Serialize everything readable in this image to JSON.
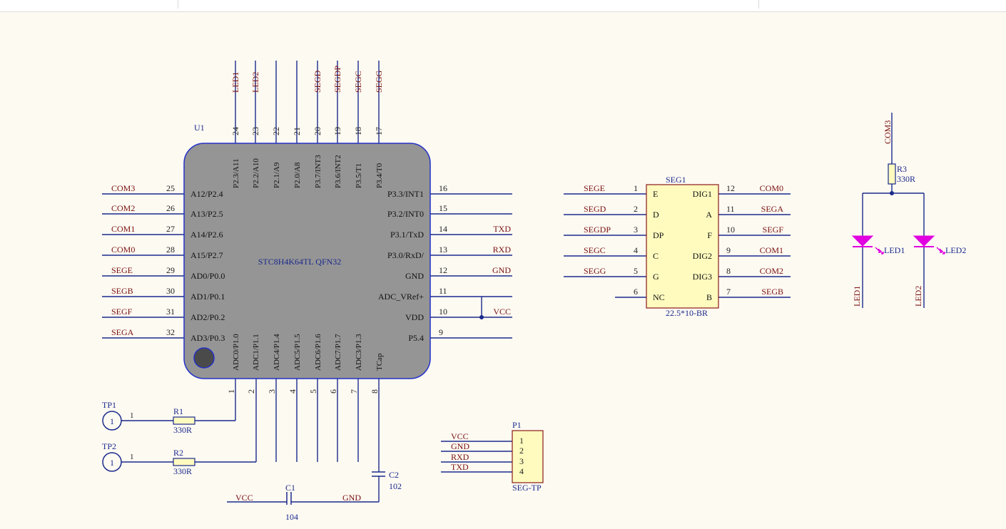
{
  "u1": {
    "designator": "U1",
    "part": "STC8H4K64TL QFN32",
    "top_pins": [
      {
        "num": "24",
        "name": "P2.3/A11",
        "net": "LED1"
      },
      {
        "num": "23",
        "name": "P2.2/A10",
        "net": "LED2"
      },
      {
        "num": "22",
        "name": "P2.1/A9",
        "net": ""
      },
      {
        "num": "21",
        "name": "P2.0/A8",
        "net": ""
      },
      {
        "num": "20",
        "name": "P3.7/INT3",
        "net": "SEGD"
      },
      {
        "num": "19",
        "name": "P3.6/INT2",
        "net": "SEGDP"
      },
      {
        "num": "18",
        "name": "P3.5/T1",
        "net": "SEGC"
      },
      {
        "num": "17",
        "name": "P3.4/T0",
        "net": "SEGG"
      }
    ],
    "left_pins": [
      {
        "num": "25",
        "name": "A12/P2.4",
        "net": "COM3"
      },
      {
        "num": "26",
        "name": "A13/P2.5",
        "net": "COM2"
      },
      {
        "num": "27",
        "name": "A14/P2.6",
        "net": "COM1"
      },
      {
        "num": "28",
        "name": "A15/P2.7",
        "net": "COM0"
      },
      {
        "num": "29",
        "name": "AD0/P0.0",
        "net": "SEGE"
      },
      {
        "num": "30",
        "name": "AD1/P0.1",
        "net": "SEGB"
      },
      {
        "num": "31",
        "name": "AD2/P0.2",
        "net": "SEGF"
      },
      {
        "num": "32",
        "name": "AD3/P0.3",
        "net": "SEGA"
      }
    ],
    "right_pins": [
      {
        "num": "16",
        "name": "P3.3/INT1",
        "net": ""
      },
      {
        "num": "15",
        "name": "P3.2/INT0",
        "net": ""
      },
      {
        "num": "14",
        "name": "P3.1/TxD",
        "net": "TXD"
      },
      {
        "num": "13",
        "name": "P3.0/RxD/",
        "net": "RXD"
      },
      {
        "num": "12",
        "name": "GND",
        "net": "GND"
      },
      {
        "num": "11",
        "name": "ADC_VRef+",
        "net": ""
      },
      {
        "num": "10",
        "name": "VDD",
        "net": "VCC"
      },
      {
        "num": "9",
        "name": "P5.4",
        "net": ""
      }
    ],
    "bottom_pins": [
      {
        "num": "1",
        "name": "ADC0/P1.0"
      },
      {
        "num": "2",
        "name": "ADC1/P1.1"
      },
      {
        "num": "3",
        "name": "ADC4/P1.4"
      },
      {
        "num": "4",
        "name": "ADC5/P1.5"
      },
      {
        "num": "5",
        "name": "ADC6/P1.6"
      },
      {
        "num": "6",
        "name": "ADC7/P1.7"
      },
      {
        "num": "7",
        "name": "ADC3/P1.3"
      },
      {
        "num": "8",
        "name": "TCap"
      }
    ]
  },
  "seg1": {
    "designator": "SEG1",
    "footprint": "22.5*10-BR",
    "left_pins": [
      {
        "num": "1",
        "name": "E",
        "net": "SEGE"
      },
      {
        "num": "2",
        "name": "D",
        "net": "SEGD"
      },
      {
        "num": "3",
        "name": "DP",
        "net": "SEGDP"
      },
      {
        "num": "4",
        "name": "C",
        "net": "SEGC"
      },
      {
        "num": "5",
        "name": "G",
        "net": "SEGG"
      },
      {
        "num": "6",
        "name": "NC",
        "net": ""
      }
    ],
    "right_pins": [
      {
        "num": "12",
        "name": "DIG1",
        "net": "COM0"
      },
      {
        "num": "11",
        "name": "A",
        "net": "SEGA"
      },
      {
        "num": "10",
        "name": "F",
        "net": "SEGF"
      },
      {
        "num": "9",
        "name": "DIG2",
        "net": "COM1"
      },
      {
        "num": "8",
        "name": "DIG3",
        "net": "COM2"
      },
      {
        "num": "7",
        "name": "B",
        "net": "SEGB"
      }
    ]
  },
  "p1": {
    "designator": "P1",
    "footprint": "SEG-TP",
    "pins": [
      {
        "num": "1",
        "net": "VCC"
      },
      {
        "num": "2",
        "net": "GND"
      },
      {
        "num": "3",
        "net": "RXD"
      },
      {
        "num": "4",
        "net": "TXD"
      }
    ]
  },
  "tp1": {
    "designator": "TP1",
    "num": "1",
    "pin": "1"
  },
  "tp2": {
    "designator": "TP2",
    "num": "1",
    "pin": "1"
  },
  "r1": {
    "designator": "R1",
    "value": "330R"
  },
  "r2": {
    "designator": "R2",
    "value": "330R"
  },
  "r3": {
    "designator": "R3",
    "value": "330R"
  },
  "c1": {
    "designator": "C1",
    "value": "104",
    "net_left": "VCC",
    "net_right": "GND"
  },
  "c2": {
    "designator": "C2",
    "value": "102"
  },
  "leds": {
    "com_net": "COM3",
    "led1": {
      "designator": "LED1",
      "net": "LED1"
    },
    "led2": {
      "designator": "LED2",
      "net": "LED2"
    }
  },
  "colors": {
    "wire": "#1b2a8c",
    "net_label": "#7a1010",
    "designator": "#1b2a8c",
    "ic_body": "#959595",
    "ic_border": "#2431c8",
    "header_fill": "#fffbbf",
    "header_border": "#8a1a1a",
    "led": "#e000e0"
  }
}
